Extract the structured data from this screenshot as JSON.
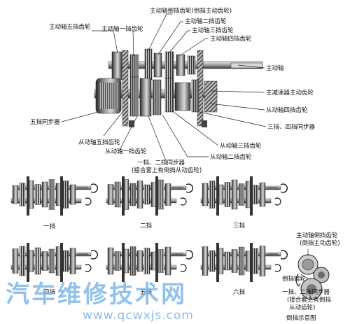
{
  "main_diagram": {
    "labels": {
      "main_5th_gear": "主动轴五挡齿轮",
      "main_1st_gear": "主动轴一挡齿轮",
      "main_reverse_gear": "主动轴倒挡齿轮(倒挡主动齿轮)",
      "main_2nd_gear": "主动轴二挡齿轮",
      "main_3rd_gear": "主动轴三挡齿轮",
      "main_4th_gear": "主动轴四挡齿轮",
      "main_shaft": "主动轴",
      "final_drive_gear": "主减速器主动齿轮",
      "driven_4th_gear": "从动轴四挡齿轮",
      "sync_34": "三挡、四挡同步器",
      "driven_3rd_gear": "从动轴三挡齿轮",
      "driven_2nd_gear": "从动轴二挡齿轮",
      "sync_12_line1": "一挡、二挡同步器",
      "sync_12_line2": "(接合套上有倒挡从动齿轮)",
      "driven_1st_gear": "从动轴一挡齿轮",
      "driven_5th_gear": "从动轴五挡齿轮",
      "sync_5": "五挡同步器"
    }
  },
  "gear_panels": [
    {
      "caption": "一挡"
    },
    {
      "caption": "二挡"
    },
    {
      "caption": "三挡"
    },
    {
      "caption": "四挡"
    },
    {
      "caption": "五挡"
    },
    {
      "caption": "六挡"
    }
  ],
  "reverse_diagram": {
    "labels": {
      "main_reverse_line1": "主动轴倒挡齿轮",
      "main_reverse_line2": "(倒挡主动齿轮)",
      "idler": "倒挡惰轮",
      "sync_line1": "一挡、二挡同步器",
      "sync_line2": "(接合套上有倒挡",
      "sync_line3": "从动齿轮)",
      "caption": "倒挡示意图"
    }
  },
  "watermark": {
    "title": "汽车维修技术网",
    "url": "www.qcwxjs.com"
  },
  "colors": {
    "ink": "#1a1a1a",
    "metal_dark": "#3a3a3a",
    "metal_mid": "#777777",
    "metal_light": "#c8c8c8",
    "watermark": "#7fb6e6"
  }
}
